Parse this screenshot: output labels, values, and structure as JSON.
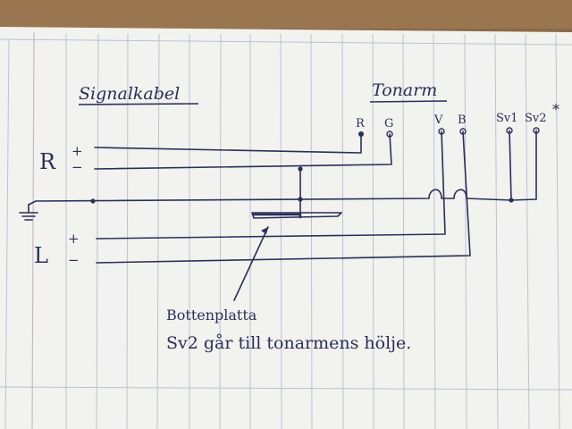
{
  "headings": {
    "signal_cable": "Signalkabel",
    "tonearm": "Tonarm"
  },
  "cable_labels": {
    "r": "R",
    "r_plus": "+",
    "r_minus": "−",
    "l": "L",
    "l_plus": "+",
    "l_minus": "−"
  },
  "tonearm_pins": {
    "r": "R",
    "g": "G",
    "v": "V",
    "b": "B",
    "sv1": "Sv1",
    "sv2": "Sv2",
    "asterisk": "*"
  },
  "notes": {
    "line1": "Bottenplatta",
    "line2": "Sv2 går till tonarmens hölje."
  },
  "colors": {
    "ink": "#2a2f5a",
    "paper": "#f2f2ee",
    "ruling": "#b9c3d6",
    "margin": "#c9b9c9",
    "table": "#8a6a48"
  }
}
